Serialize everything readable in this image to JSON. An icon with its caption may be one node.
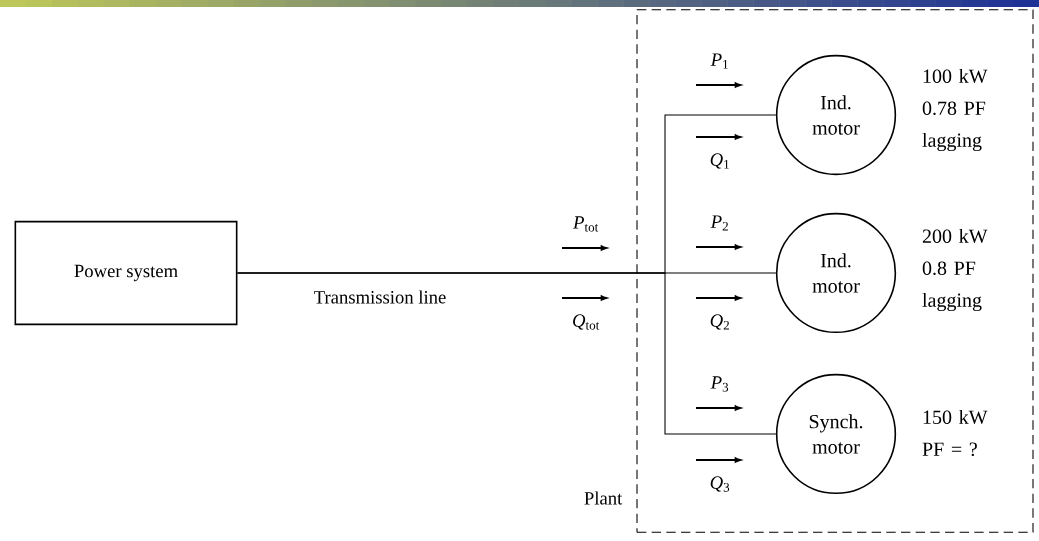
{
  "diagram": {
    "nodes": [
      {
        "text": [
          "Plant"
        ]
      },
      {
        "text": [
          "Power system"
        ]
      },
      {
        "text": [
          "Ind. motor"
        ],
        "in": 0,
        "beside": [
          "100 kW 0.78 PF lagging"
        ]
      },
      {
        "text": [
          "Ind. motor"
        ],
        "in": 0,
        "beside": [
          "200 kW 0.8 PF lagging"
        ]
      },
      {
        "text": [
          "Synch. motor"
        ],
        "in": 0,
        "beside": [
          "150 kW PF = ?"
        ]
      }
    ],
    "edges": [
      {
        "from": 1,
        "to": 2,
        "arrow": "none"
      },
      {
        "from": 1,
        "to": 3,
        "arrow": "none",
        "label": "Transmission line"
      },
      {
        "from": 1,
        "to": 4,
        "arrow": "none"
      }
    ],
    "labels": [
      "*P*$_{1}$",
      "*Q*$_{1}$",
      "*P*$_{tot}$",
      "*P*$_{2}$",
      "*Q*$_{tot}$",
      "*Q*$_{2}$",
      "*P*$_{3}$",
      "*Q*$_{3}$"
    ]
  }
}
